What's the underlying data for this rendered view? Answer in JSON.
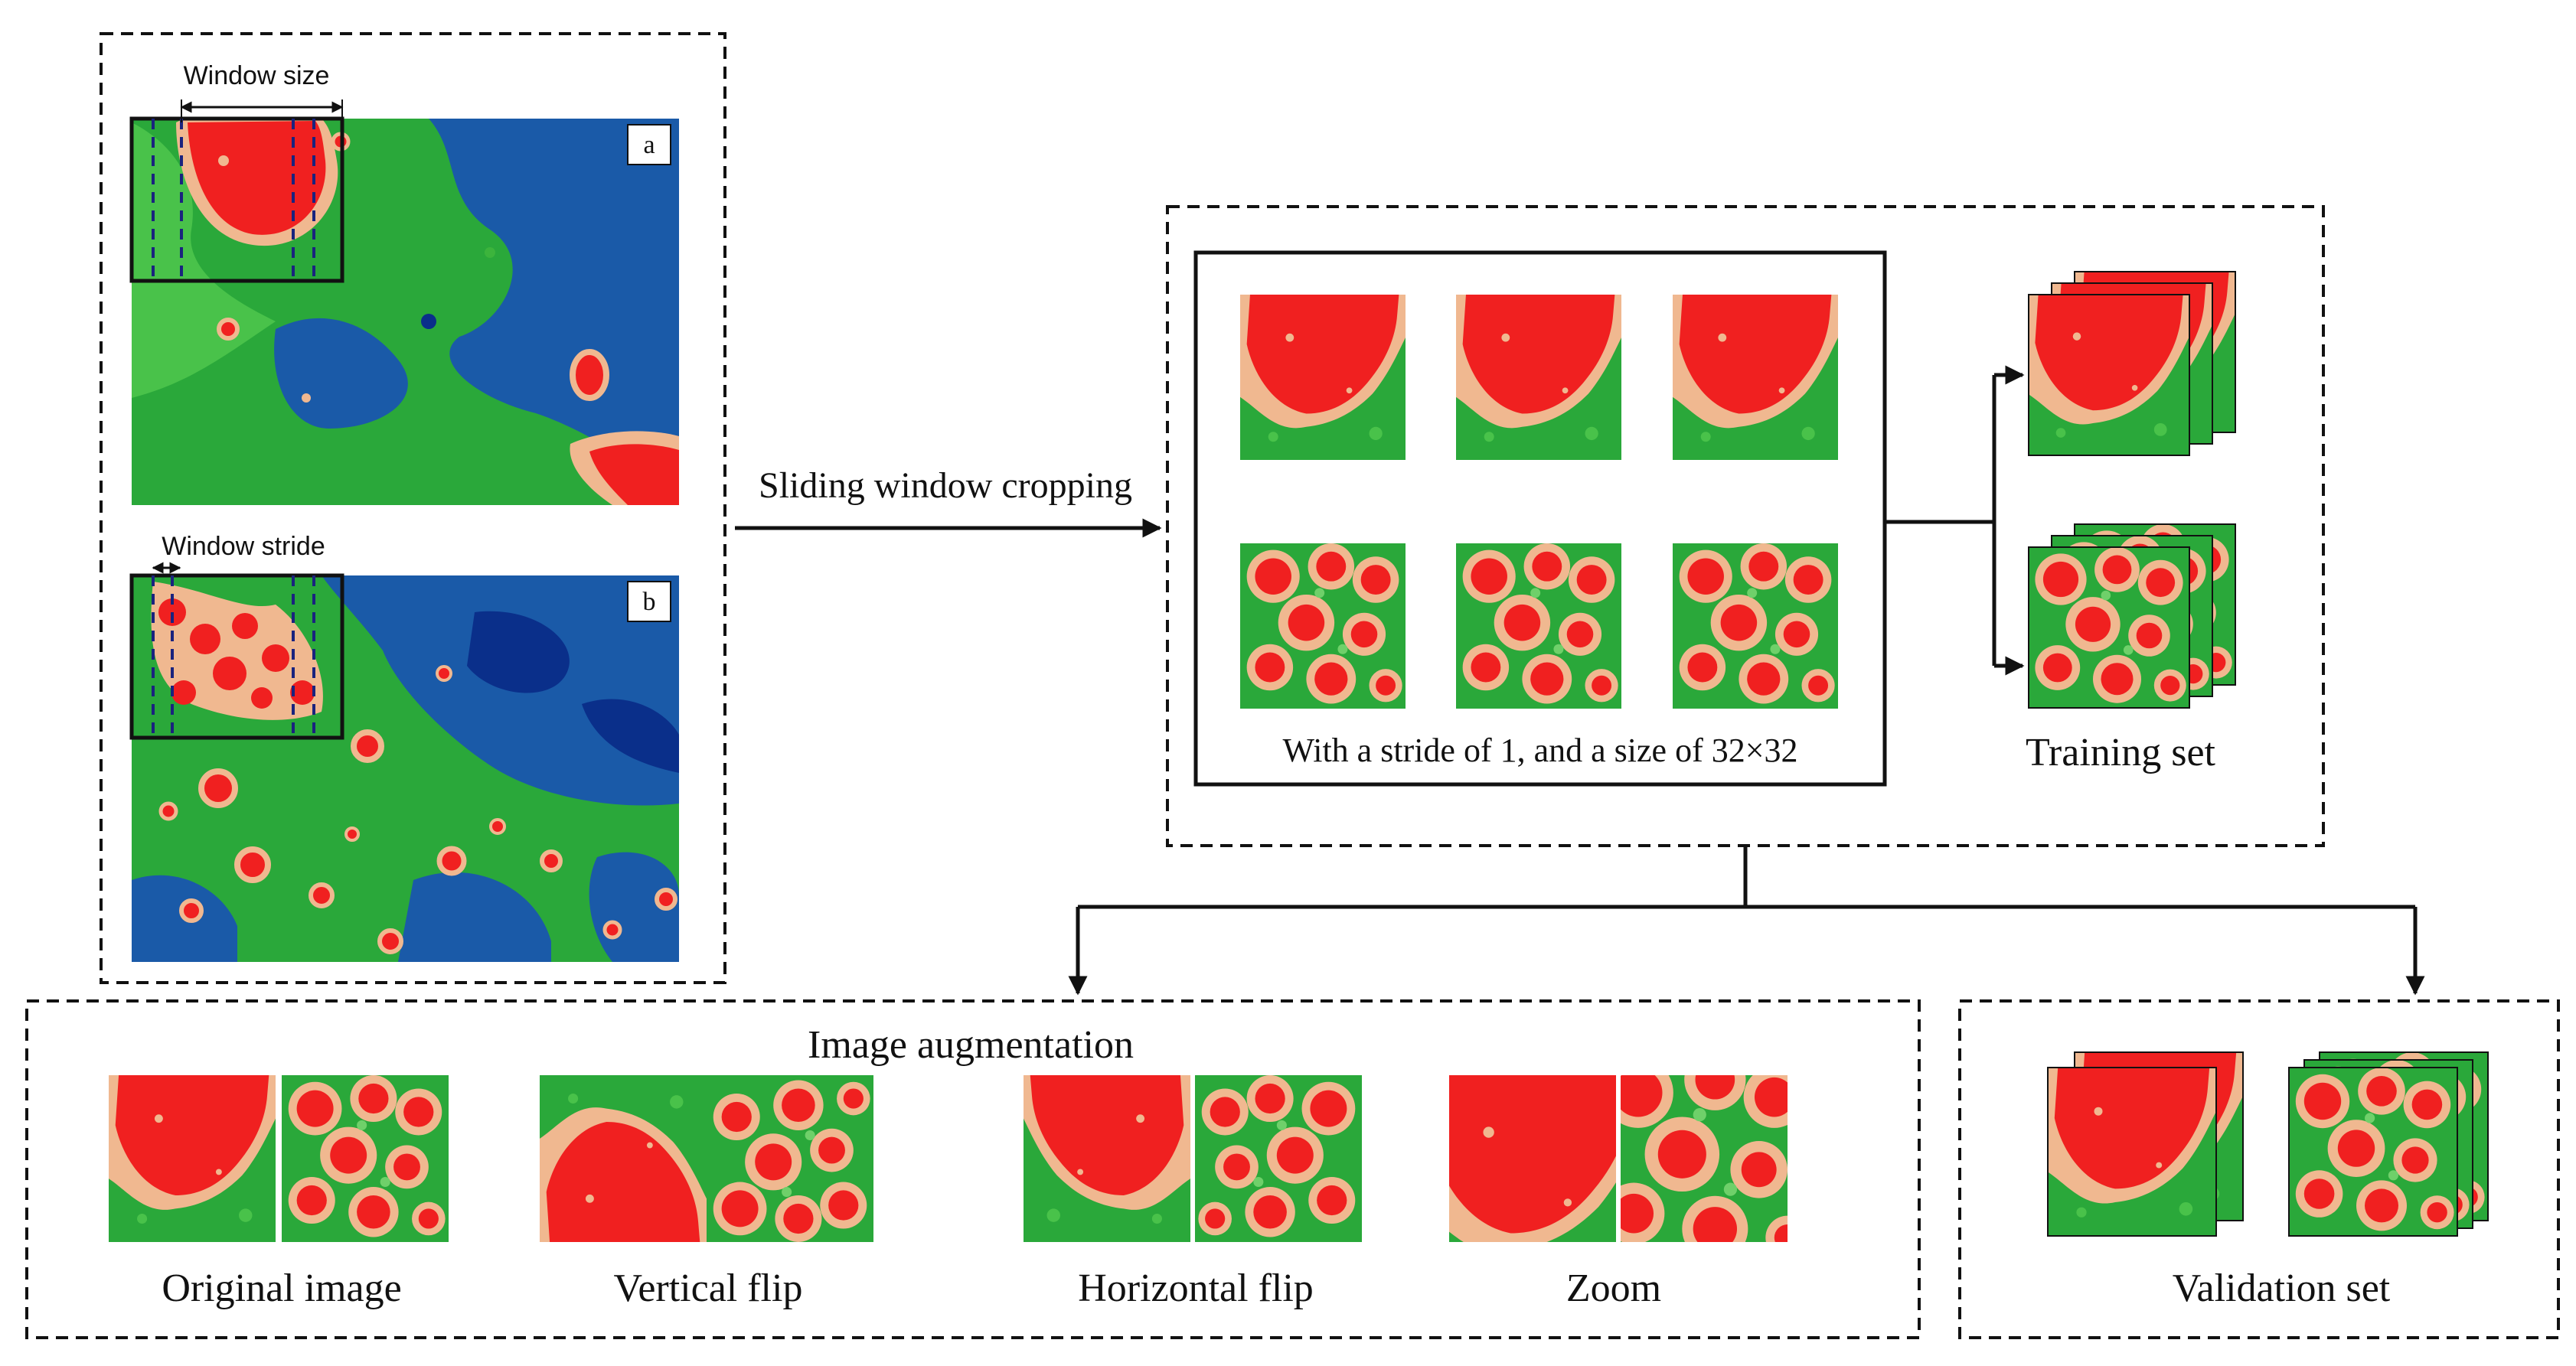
{
  "panels": {
    "a": {
      "tag": "a",
      "annotation": "Window size"
    },
    "b": {
      "tag": "b",
      "annotation": "Window stride"
    }
  },
  "labels": {
    "cropping": "Sliding window cropping",
    "stride_note": "With a stride of 1, and a size of 32×32",
    "training": "Training set",
    "augmentation_title": "Image augmentation",
    "original": "Original image",
    "vertical": "Vertical flip",
    "horizontal": "Horizontal flip",
    "zoom": "Zoom",
    "validation": "Validation set"
  },
  "colors": {
    "high": "#f02020",
    "edge": "#f0b890",
    "mid_green": "#3cb43c",
    "low_green": "#1e9a3a",
    "low_blue": "#1a5aa8",
    "deep_blue": "#0a2f8a"
  }
}
